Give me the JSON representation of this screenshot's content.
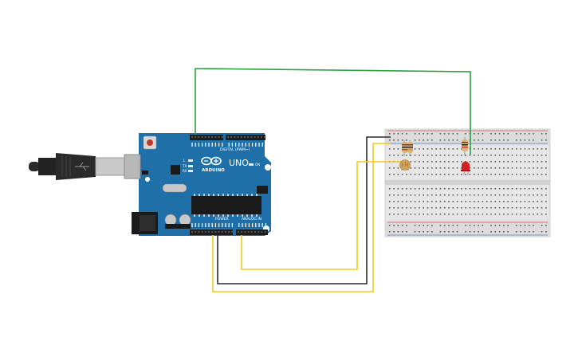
{
  "board": {
    "brand": "ARDUINO",
    "model": "UNO",
    "section_digital": "DIGITAL (PWM~)",
    "section_power": "POWER",
    "section_analog": "ANALOG IN",
    "led_tx": "TX",
    "led_rx": "RX",
    "led_l": "L",
    "led_on": "ON",
    "color_pcb": "#1f6fa8",
    "color_header": "#1e1e1e"
  },
  "usb": {
    "color_plug": "#2a2a2a",
    "color_metal": "#c9c9c9"
  },
  "wires": [
    {
      "id": "wire-green",
      "color": "#2ea043"
    },
    {
      "id": "wire-black",
      "color": "#2b2b2b"
    },
    {
      "id": "wire-yellow-1",
      "color": "#f2cc1c"
    },
    {
      "id": "wire-yellow-2",
      "color": "#f2cc1c"
    }
  ],
  "breadboard": {
    "color_body": "#e6e6e6",
    "color_rail_red": "#d9534f",
    "color_rail_blue": "#5b7fbf"
  },
  "components": {
    "led_color": "#d02020",
    "resistor_color": "#d9b27a",
    "photoresistor_color": "#d4a259"
  }
}
